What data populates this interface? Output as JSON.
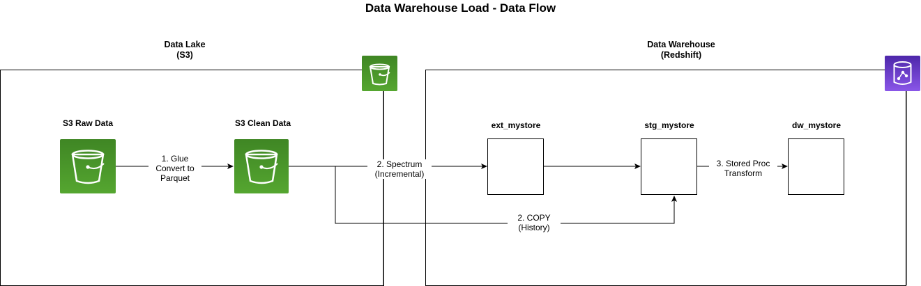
{
  "title": "Data Warehouse Load - Data Flow",
  "groups": {
    "lake": {
      "label": "Data Lake\n(S3)",
      "icon": "s3-bucket-icon"
    },
    "warehouse": {
      "label": "Data Warehouse\n(Redshift)",
      "icon": "redshift-icon"
    }
  },
  "nodes": {
    "raw": {
      "label": "S3 Raw Data",
      "icon": "s3-bucket-icon"
    },
    "clean": {
      "label": "S3 Clean Data",
      "icon": "s3-bucket-icon"
    },
    "ext": {
      "label": "ext_mystore"
    },
    "stg": {
      "label": "stg_mystore"
    },
    "dw": {
      "label": "dw_mystore"
    }
  },
  "edges": {
    "glue": {
      "label": "1. Glue\nConvert to\nParquet"
    },
    "spectrum": {
      "label": "2. Spectrum\n(Incremental)"
    },
    "copy": {
      "label": "2. COPY\n(History)"
    },
    "proc": {
      "label": "3. Stored Proc\nTransform"
    }
  },
  "colors": {
    "s3_green": "#3f8624",
    "redshift_purple": "#6b3fd4",
    "line": "#000000"
  }
}
